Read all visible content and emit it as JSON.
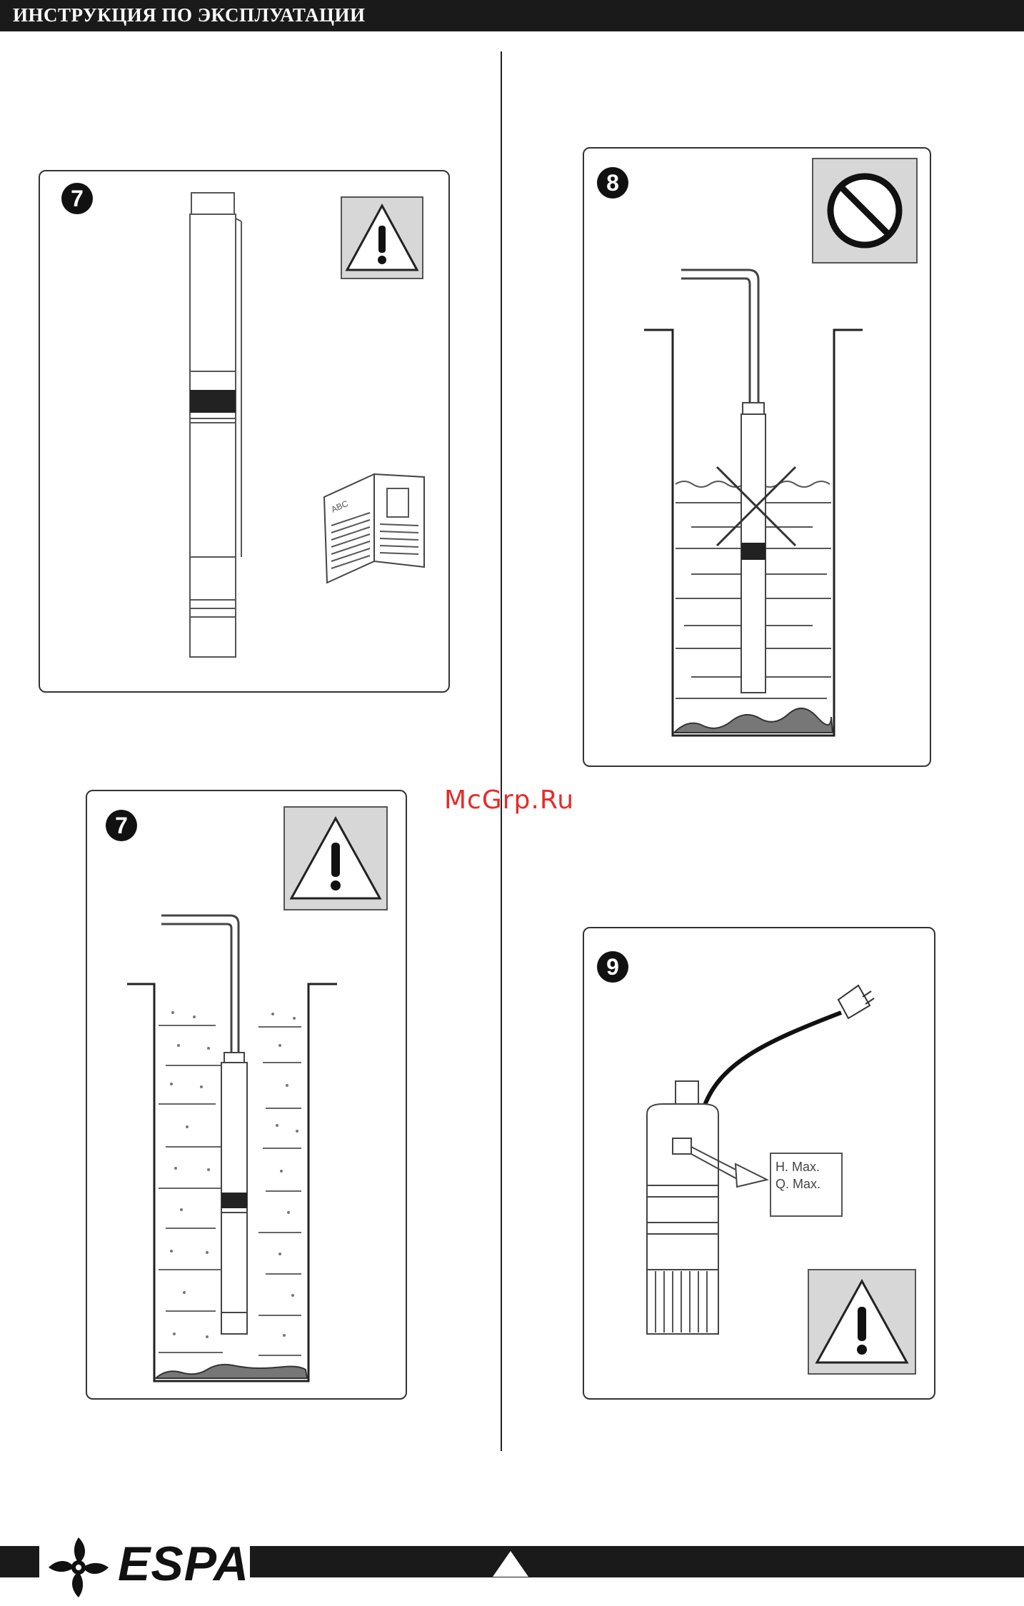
{
  "header": {
    "title": "ИНСТРУКЦИЯ ПО ЭКСПЛУАТАЦИИ"
  },
  "figures": [
    {
      "number": "7",
      "icons": [
        "warning-icon",
        "manual-book-icon"
      ],
      "book_label": "ABC"
    },
    {
      "number": "8",
      "icons": [
        "prohibited-icon"
      ]
    },
    {
      "number": "7",
      "icons": [
        "warning-icon"
      ]
    },
    {
      "number": "9",
      "icons": [
        "warning-icon"
      ],
      "label_lines": [
        "H. Max.",
        "Q. Max."
      ]
    }
  ],
  "watermark": "McGrp.Ru",
  "footer": {
    "brand": "ESPA",
    "page_mark": "triangle-icon"
  },
  "colors": {
    "bar": "#1a1a1a",
    "watermark": "#e52b2b",
    "icon_bg": "#d7d7d7"
  }
}
